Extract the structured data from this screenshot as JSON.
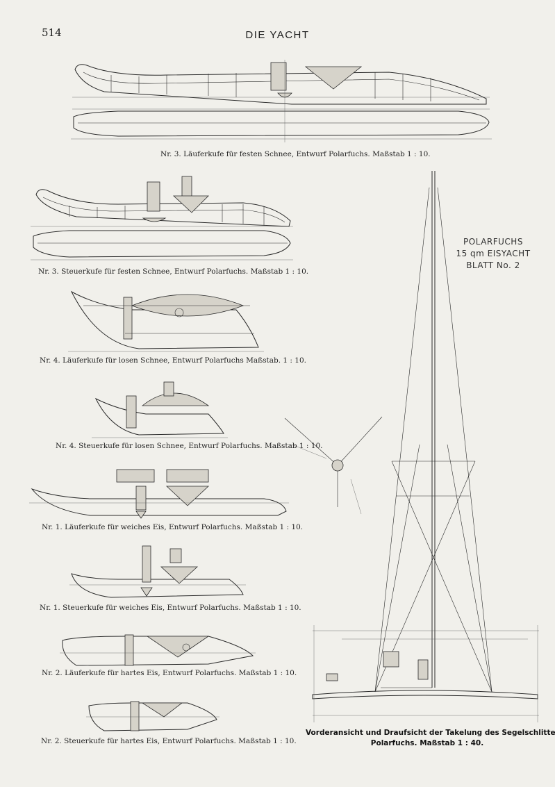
{
  "header": {
    "page_number": "514",
    "title": "DIE YACHT"
  },
  "stamp": {
    "line1": "POLARFUCHS",
    "line2": "15 qm EISYACHT",
    "line3": "BLATT No. 2"
  },
  "figures": [
    {
      "caption": "Nr. 3. Läuferkufe für festen Schnee, Entwurf Polarfuchs.  Maßstab 1 : 10."
    },
    {
      "caption": "Nr. 3. Steuerkufe für festen Schnee, Entwurf Polarfuchs.  Maßstab 1 : 10."
    },
    {
      "caption": "Nr. 4. Läuferkufe für losen Schnee, Entwurf Polarfuchs   Maßstab. 1 : 10."
    },
    {
      "caption": "Nr. 4. Steuerkufe für losen Schnee, Entwurf Polarfuchs.   Maßstab 1 : 10."
    },
    {
      "caption": "Nr. 1. Läuferkufe für weiches Eis, Entwurf Polarfuchs.  Maßstab  1 : 10."
    },
    {
      "caption": "Nr. 1. Steuerkufe für weiches Eis, Entwurf Polarfuchs.   Maßstab  1 : 10."
    },
    {
      "caption": "Nr. 2. Läuferkufe für hartes Eis, Entwurf Polarfuchs.   Maßstab  1 : 10."
    },
    {
      "caption": "Nr. 2. Steuerkufe für hartes Eis, Entwurf Polarfuchs.   Maßstab 1 : 10."
    }
  ],
  "rigging": {
    "caption_line1": "Vorderansicht und Draufsicht der Takelung des Segelschlittens",
    "caption_line2": "Polarfuchs.  Maßstab  1 : 40."
  }
}
